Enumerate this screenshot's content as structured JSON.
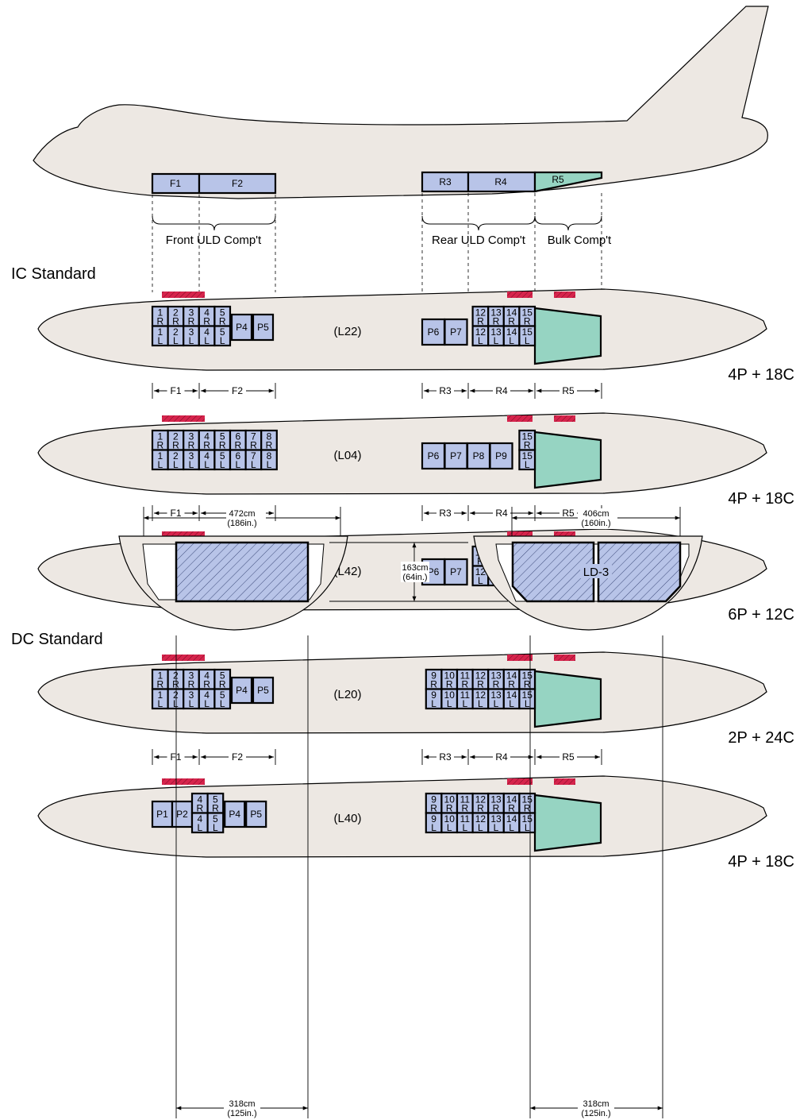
{
  "colors": {
    "fuselage": "#ede8e3",
    "container": "#b8c4e8",
    "bulk": "#96d4c2",
    "door": "#d6244c",
    "stroke": "#000000"
  },
  "aircraft": {
    "sections": [
      "F1",
      "F2",
      "R3",
      "R4",
      "R5"
    ],
    "front_label": "Front ULD Comp't",
    "rear_label": "Rear ULD Comp't",
    "bulk_label": "Bulk Comp't"
  },
  "groups": {
    "ic": "IC Standard",
    "dc": "DC Standard"
  },
  "configs": [
    {
      "code": "(L22)",
      "capacity": "4P + 18C"
    },
    {
      "code": "(L04)",
      "capacity": "4P + 18C"
    },
    {
      "code": "(L42)",
      "capacity": "6P + 12C"
    },
    {
      "code": "(L20)",
      "capacity": "2P + 24C"
    },
    {
      "code": "(L40)",
      "capacity": "4P + 18C"
    }
  ],
  "section_rows": [
    [
      "F1",
      "F2",
      "R3",
      "R4",
      "R5"
    ],
    [
      "F1",
      "F2",
      "R3",
      "R4",
      "R5"
    ],
    [
      "F1",
      "F2",
      "R3",
      "R4",
      "R5"
    ]
  ],
  "cross_section": {
    "main_width": "472cm",
    "main_width_in": "(186in.)",
    "lower_width": "406cm",
    "lower_width_in": "(160in.)",
    "height": "163cm",
    "height_in": "(64in.)",
    "floor_left": "318cm",
    "floor_left_in": "(125in.)",
    "floor_right": "318cm",
    "floor_right_in": "(125in.)",
    "container": "LD-3"
  }
}
